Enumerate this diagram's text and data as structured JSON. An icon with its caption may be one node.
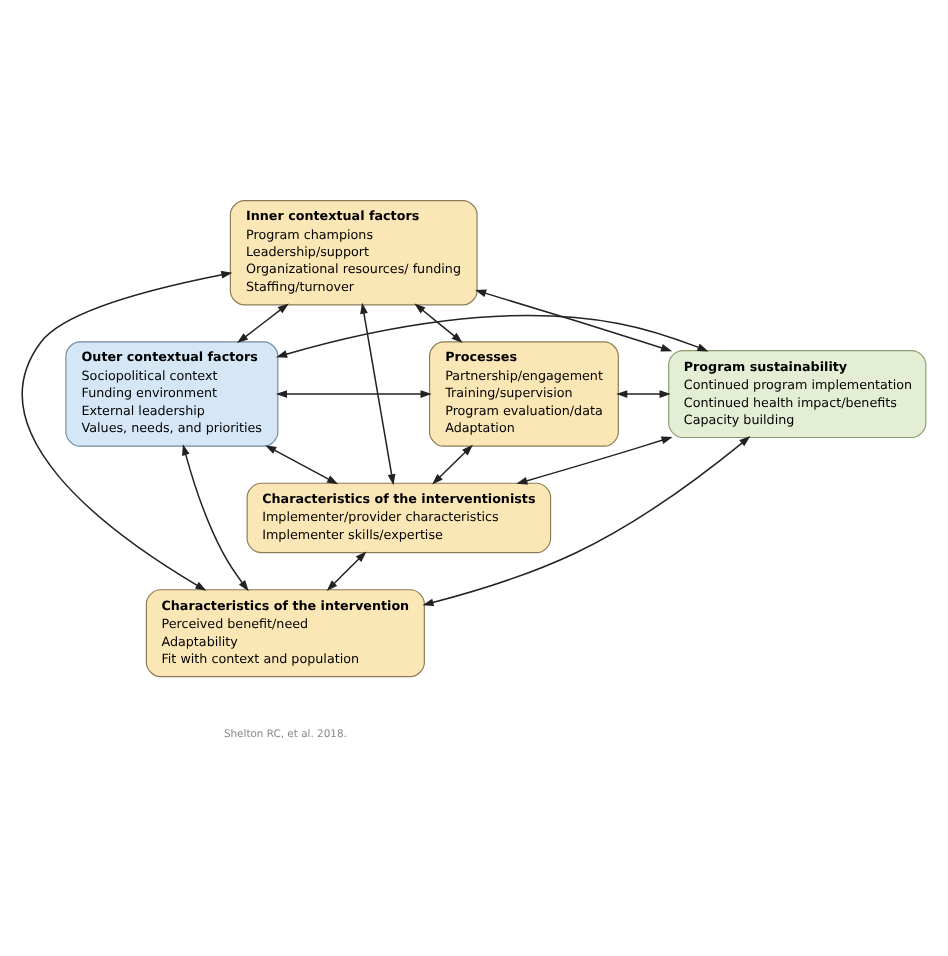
{
  "diagram": {
    "nodes": [
      {
        "text": [
          "Inner contextual factors",
          "Program champions",
          "Leadership/support",
          "Organizational resources/ funding",
          "Staffing/turnover"
        ]
      },
      {
        "text": [
          "Outer contextual factors",
          "Sociopolitical context",
          "Funding environment",
          "External leadership",
          "Values, needs, and priorities"
        ]
      },
      {
        "text": [
          "Processes",
          "Partnership/engagement",
          "Training/supervision",
          "Program evaluation/data",
          "Adaptation"
        ]
      },
      {
        "text": [
          "Program sustainability",
          "Continued program implementation",
          "Continued health impact/benefits",
          "Capacity building"
        ]
      },
      {
        "text": [
          "Characteristics of the interventionists",
          "Implementer/provider characteristics",
          "Implementer skills/expertise"
        ]
      },
      {
        "text": [
          "Characteristics of the intervention",
          "Perceived benefit/need",
          "Adaptability",
          "Fit with context and population"
        ]
      }
    ],
    "edges": [
      {
        "from": 1,
        "to": 0,
        "arrow": "both"
      },
      {
        "from": 0,
        "to": 3,
        "arrow": "both"
      },
      {
        "from": 0,
        "to": 5,
        "arrow": "both"
      },
      {
        "from": 0,
        "to": 4,
        "arrow": "both"
      },
      {
        "from": 0,
        "to": 2,
        "arrow": "both"
      },
      {
        "from": 1,
        "to": 2,
        "arrow": "both"
      },
      {
        "from": 2,
        "to": 3,
        "arrow": "both"
      },
      {
        "from": 2,
        "to": 4,
        "arrow": "both"
      },
      {
        "from": 1,
        "to": 4,
        "arrow": "both"
      },
      {
        "from": 4,
        "to": 3,
        "arrow": "both"
      },
      {
        "from": 4,
        "to": 5,
        "arrow": "both"
      },
      {
        "from": 1,
        "to": 5,
        "arrow": "both"
      },
      {
        "from": 5,
        "to": 3,
        "arrow": "both"
      },
      {
        "from": 1,
        "to": 3,
        "arrow": "both"
      }
    ],
    "labels": [
      "Shelton RC, et al. 2018."
    ]
  }
}
